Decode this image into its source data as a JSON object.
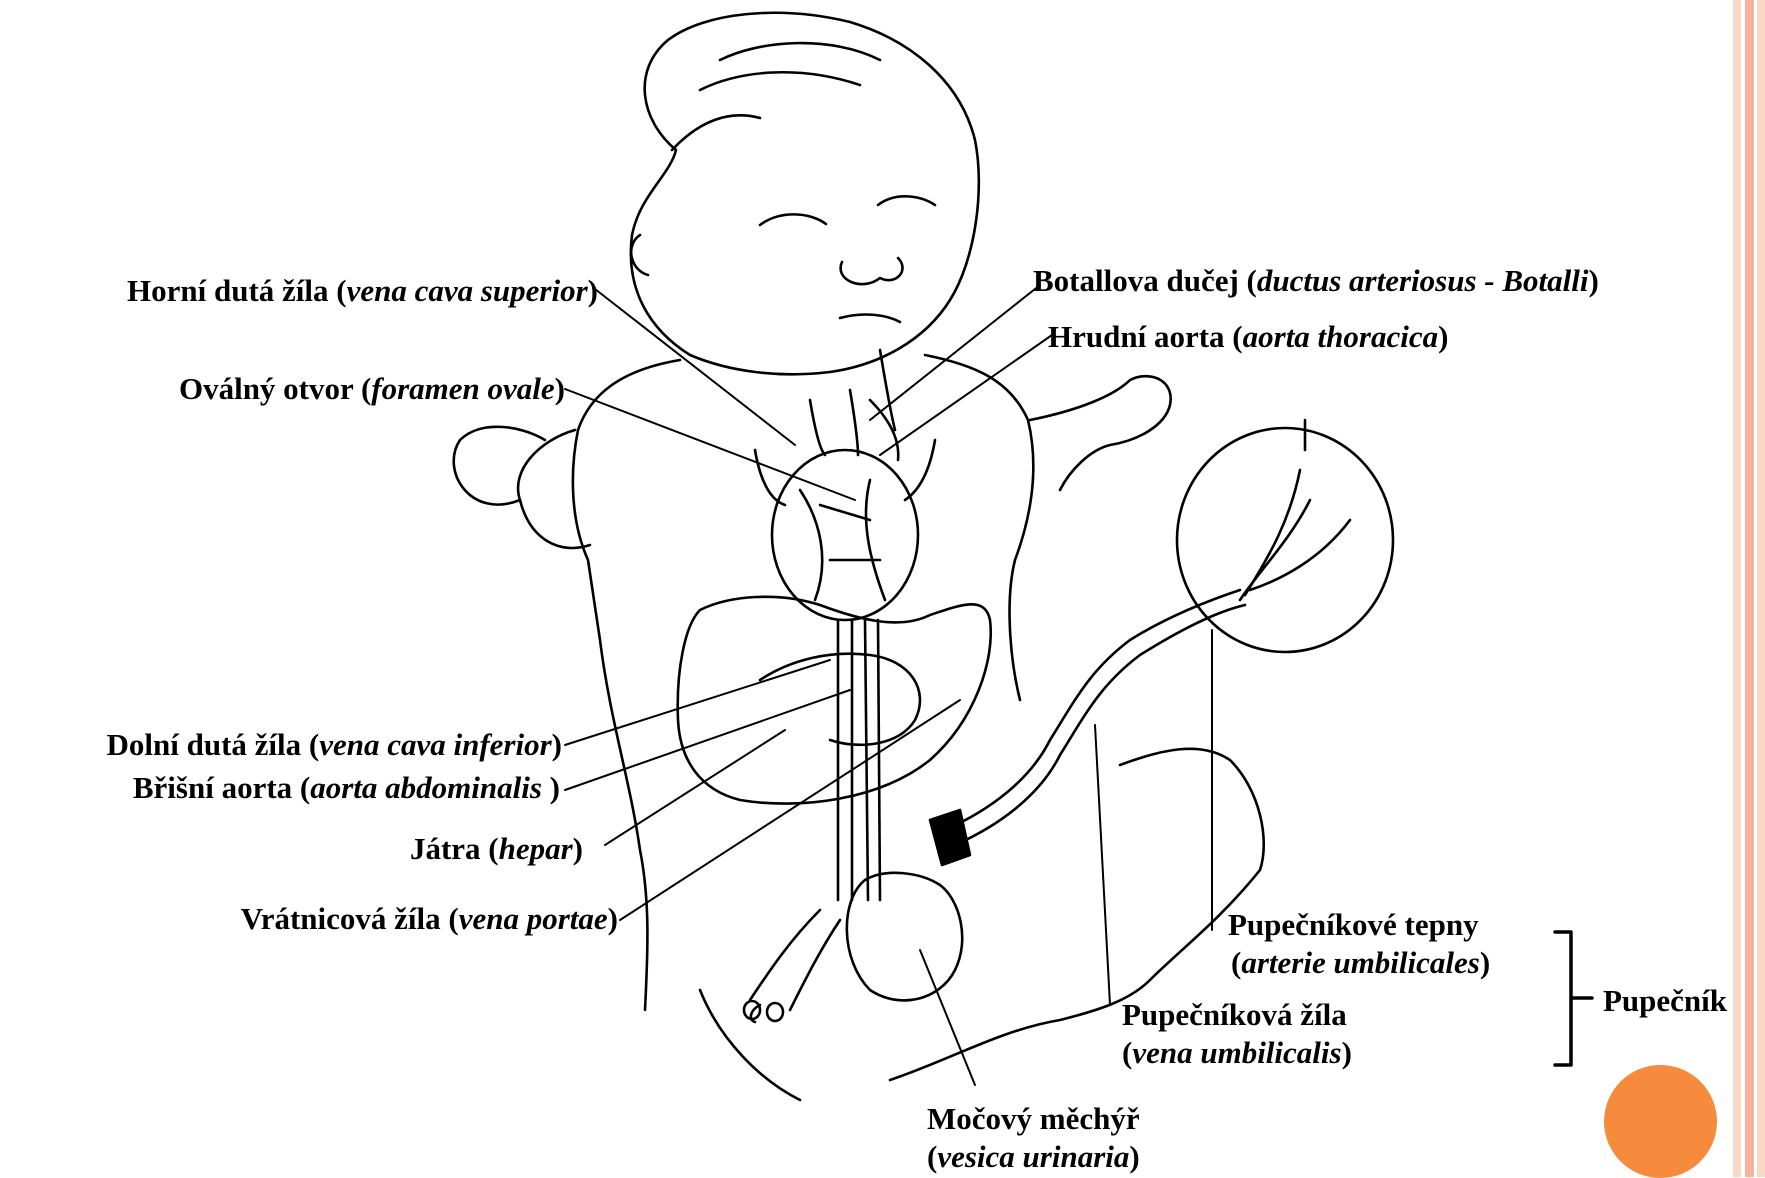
{
  "labels": {
    "vena_cava_superior": {
      "name": "Horní dutá žíla (",
      "latin": "vena cava superior",
      "close": ")"
    },
    "foramen_ovale": {
      "name": "Oválný otvor (",
      "latin": "foramen ovale",
      "close": ")"
    },
    "ductus_arteriosus": {
      "name": "Botallova dučej (",
      "latin": "ductus arteriosus - Botalli",
      "close": ")"
    },
    "aorta_thoracica": {
      "name": "Hrudní aorta (",
      "latin": "aorta thoracica",
      "close": ")"
    },
    "vena_cava_inferior": {
      "name": "Dolní dutá žíla (",
      "latin": "vena cava inferior",
      "close": ")"
    },
    "aorta_abdominalis": {
      "name": "Břišní aorta (",
      "latin": "aorta abdominalis",
      "close": " )"
    },
    "hepar": {
      "name": "Játra (",
      "latin": "hepar",
      "close": ")"
    },
    "vena_portae": {
      "name": "Vrátnicová žíla (",
      "latin": "vena portae",
      "close": ")"
    },
    "arterie_umbilicales": {
      "name": "Pupečníkové tepny",
      "open": "(",
      "latin": "arterie umbilicales",
      "close": ")"
    },
    "vena_umbilicalis": {
      "name": "Pupečníková žíla",
      "open": "(",
      "latin": "vena umbilicalis",
      "close": ")"
    },
    "vesica_urinaria": {
      "name": "Močový měchýř",
      "open": "(",
      "latin": "vesica urinaria",
      "close": ")"
    },
    "pupecnik": {
      "name": "Pupečník"
    }
  },
  "colors": {
    "accent_circle": "#f68b3d",
    "stripe_light": "#fbd7c6",
    "stripe_mid": "#f6b59a",
    "line": "#000000"
  }
}
